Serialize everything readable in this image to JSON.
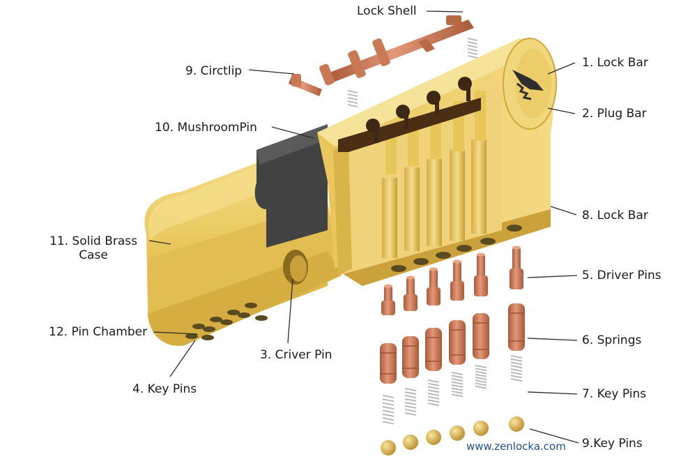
{
  "labels": {
    "lock_shell": "Lock Shell",
    "circlip": "9. Circtlip",
    "mushroom_pin": "10. MushroomPin",
    "solid_brass_case": "11. Solid Brass Case",
    "pin_chamber": "12. Pin Chamber",
    "key_pins_left": "4. Key Pins",
    "driver_pin_center": "3. Criver Pin",
    "lock_bar_1": "1. Lock Bar",
    "plug_bar": "2. Plug Bar",
    "lock_bar_8": "8. Lock Bar",
    "driver_pins": "5. Driver Pins",
    "springs": "6. Springs",
    "key_pins_7": "7. Key Pins",
    "key_pins_9": "9.Key Pins"
  },
  "website": "www.zenlocka.com",
  "colors": {
    "brass": "#e8c65a",
    "brass_light": "#f3dc86",
    "brass_dark": "#c29a2e",
    "copper": "#c97a55",
    "copper_dark": "#9c5336",
    "dark_insert": "#404040",
    "spring": "#d9d9d9",
    "ball": "#d9b04a",
    "leader": "#2a2a2a"
  },
  "icons": [
    "lock-cylinder-illustration",
    "driver-pin-icon",
    "spring-icon",
    "ball-key-pin-icon"
  ]
}
